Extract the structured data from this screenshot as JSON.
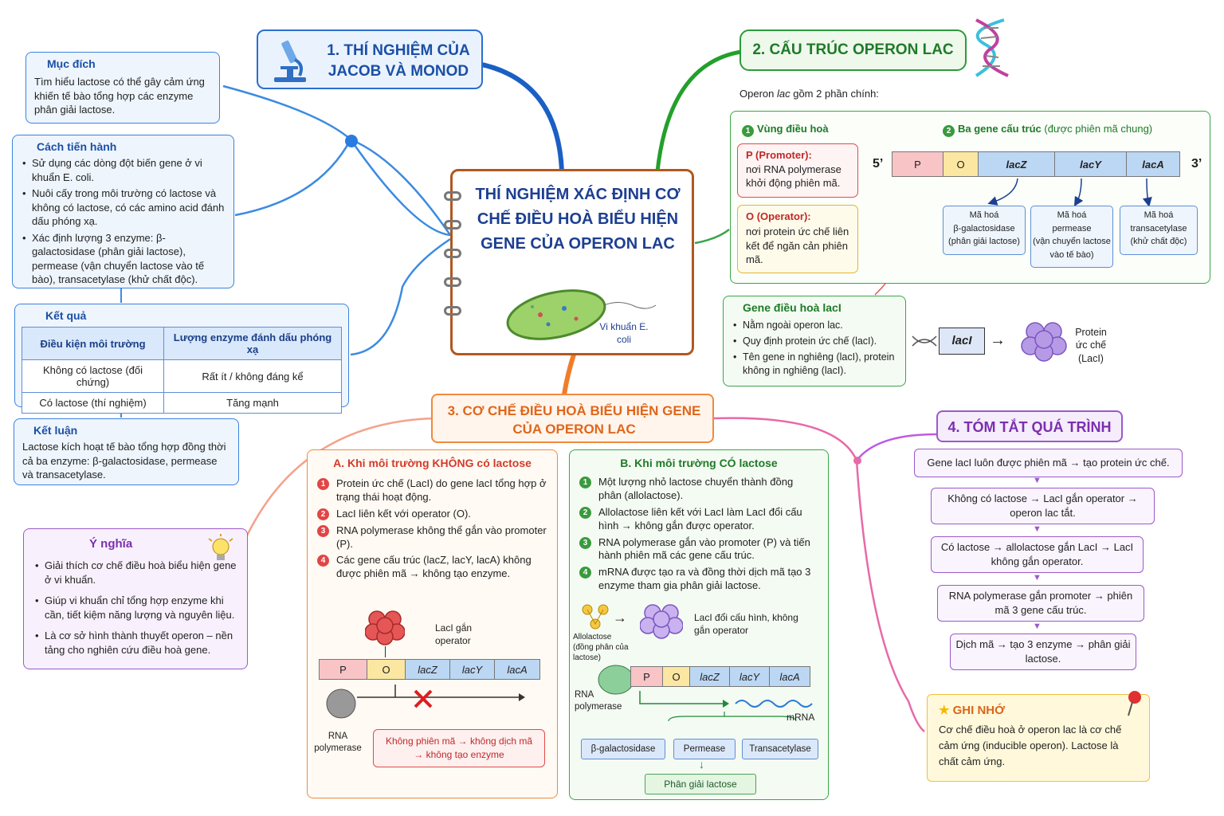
{
  "center": {
    "title": "THÍ NGHIỆM XÁC ĐỊNH CƠ CHẾ ĐIỀU HOÀ BIỂU HIỆN GENE CỦA OPERON LAC",
    "bacteria_label": "Vi khuẩn E. coli"
  },
  "section1": {
    "title": "1. THÍ NGHIỆM CỦA JACOB VÀ MONOD",
    "purpose": {
      "heading": "Mục đích",
      "text": "Tìm hiểu lactose có thể gây cảm ứng khiến tế bào tổng hợp các enzyme phân giải lactose."
    },
    "method": {
      "heading": "Cách tiến hành",
      "items": [
        "Sử dụng các dòng đột biến gene ở vi khuẩn E. coli.",
        "Nuôi cấy trong môi trường có lactose và không có lactose, có các amino acid đánh dấu phóng xạ.",
        "Xác định lượng 3 enzyme: β-galactosidase (phân giải lactose), permease (vận chuyển lactose vào tế bào), transacetylase (khử chất độc)."
      ]
    },
    "result": {
      "heading": "Kết quả",
      "columns": [
        "Điều kiện môi trường",
        "Lượng enzyme đánh dấu phóng xạ"
      ],
      "rows": [
        [
          "Không có lactose (đối chứng)",
          "Rất ít / không đáng kể"
        ],
        [
          "Có lactose (thí nghiệm)",
          "Tăng mạnh"
        ]
      ]
    },
    "conclusion": {
      "heading": "Kết luận",
      "text": "Lactose kích hoạt tế bào tổng hợp đồng thời cả ba enzyme: β-galactosidase, permease và transacetylase."
    }
  },
  "significance": {
    "heading": "Ý nghĩa",
    "items": [
      "Giải thích cơ chế điều hoà biểu hiện gene ở vi khuẩn.",
      "Giúp vi khuẩn chỉ tổng hợp enzyme khi cần, tiết kiệm năng lượng và nguyên liệu.",
      "Là cơ sở hình thành thuyết operon – nền tảng cho nghiên cứu điều hoà gene."
    ]
  },
  "section2": {
    "title": "2. CẤU TRÚC OPERON LAC",
    "intro": "Operon lac gồm 2 phần chính:",
    "regulatory_heading": "Vùng điều hoà",
    "structural_heading": "Ba gene cấu trúc",
    "structural_note": "(được phiên mã chung)",
    "promoter": {
      "title": "P (Promoter):",
      "text": "nơi RNA polymerase khởi động phiên mã."
    },
    "operator": {
      "title": "O (Operator):",
      "text": "nơi protein ức chế liên kết để ngăn cản phiên mã."
    },
    "five": "5’",
    "three": "3’",
    "genes": [
      "P",
      "O",
      "lacZ",
      "lacY",
      "lacA"
    ],
    "encodes": [
      {
        "line1": "Mã hoá",
        "line2": "β-galactosidase",
        "line3": "(phân giải lactose)"
      },
      {
        "line1": "Mã hoá",
        "line2": "permease",
        "line3": "(vận chuyển lactose vào tế bào)"
      },
      {
        "line1": "Mã hoá",
        "line2": "transacetylase",
        "line3": "(khử chất độc)"
      }
    ],
    "regulator": {
      "heading": "Gene điều hoà lacI",
      "items": [
        "Nằm ngoài operon lac.",
        "Quy định protein ức chế (lacI).",
        "Tên gene in nghiêng (lacI), protein không in nghiêng (lacI)."
      ],
      "gene_label": "lacI",
      "protein_label": "Protein ức chế (LacI)"
    }
  },
  "section3": {
    "title": "3. CƠ CHẾ ĐIỀU HOÀ BIỂU HIỆN GENE CỦA OPERON LAC",
    "no_lactose": {
      "heading": "A. Khi môi trường KHÔNG có lactose",
      "steps": [
        "Protein ức chế (LacI) do gene lacI tổng hợp ở trạng thái hoạt động.",
        "LacI liên kết với operator (O).",
        "RNA polymerase không thể gắn vào promoter (P).",
        "Các gene cấu trúc (lacZ, lacY, lacA) không được phiên mã → không tạo enzyme."
      ],
      "repressor_label": "LacI gắn operator",
      "rnap_label": "RNA polymerase",
      "result": "Không phiên mã → không dịch mã → không tạo enzyme"
    },
    "with_lactose": {
      "heading": "B. Khi môi trường CÓ lactose",
      "steps": [
        "Một lượng nhỏ lactose chuyển thành đồng phân (allolactose).",
        "Allolactose liên kết với LacI làm LacI đổi cấu hình → không gắn được operator.",
        "RNA polymerase gắn vào promoter (P) và tiến hành phiên mã các gene cấu trúc.",
        "mRNA được tạo ra và đồng thời dịch mã tạo 3 enzyme tham gia phân giải lactose."
      ],
      "allolactose_label": "Allolactose (đồng phân của lactose)",
      "laci_change": "LacI đổi cấu hình, không gắn operator",
      "rnap_label": "RNA polymerase",
      "mrna": "mRNA",
      "enzymes": [
        "β-galactosidase",
        "Permease",
        "Transacetylase"
      ],
      "final": "Phân giải lactose"
    }
  },
  "section4": {
    "title": "4. TÓM TẮT QUÁ TRÌNH",
    "steps": [
      "Gene lacI luôn được phiên mã → tạo protein ức chế.",
      "Không có lactose → LacI gắn operator → operon lac tắt.",
      "Có lactose → allolactose gắn LacI → LacI không gắn operator.",
      "RNA polymerase gắn promoter → phiên mã 3 gene cấu trúc.",
      "Dịch mã → tạo 3 enzyme → phân giải lactose."
    ]
  },
  "remember": {
    "heading": "GHI NHỚ",
    "text": "Cơ chế điều hoà ở operon lac là cơ chế cảm ứng (inducible operon). Lactose là chất cảm ứng."
  }
}
